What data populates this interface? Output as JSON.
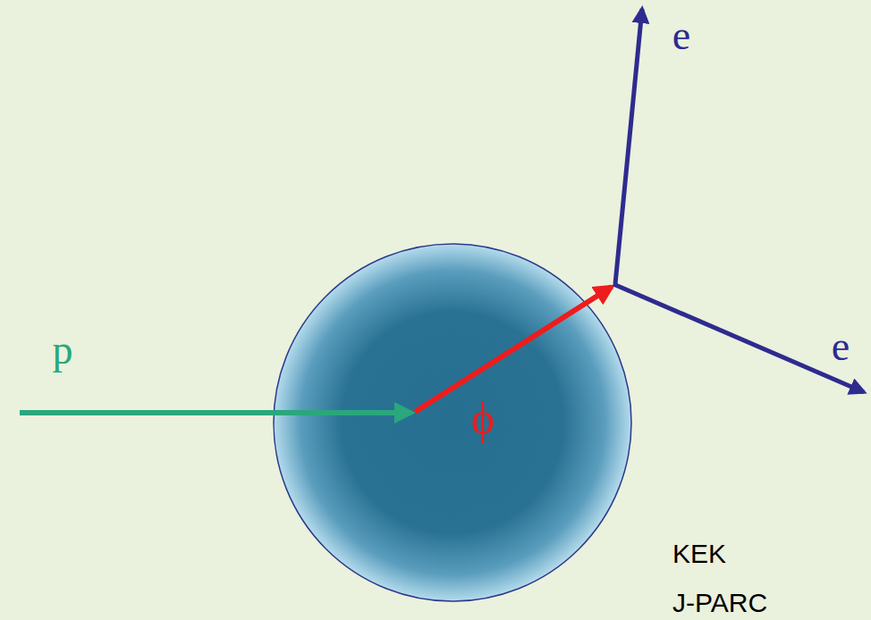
{
  "diagram": {
    "labels": [
      "p",
      "ϕ",
      "e",
      "e",
      "KEK",
      "J-PARC"
    ]
  }
}
